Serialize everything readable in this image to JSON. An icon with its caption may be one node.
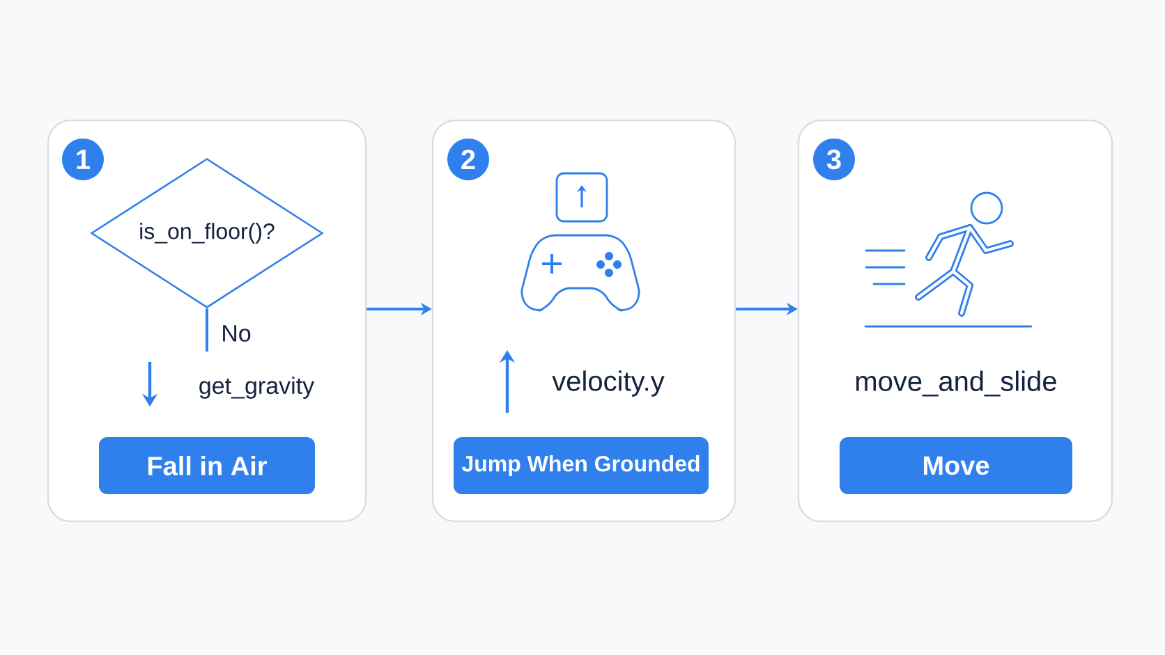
{
  "diagram": {
    "nodes": [
      {
        "text": [],
        "shape": "box"
      },
      {
        "text": [
          "1"
        ],
        "in": 0
      },
      {
        "text": [
          "is_on_floor()?"
        ],
        "in": 0
      },
      {
        "text": [
          "Fall in Air"
        ],
        "in": 0
      },
      {
        "text": [],
        "shape": "box"
      },
      {
        "text": [
          "2"
        ],
        "in": 4
      },
      {
        "text": [
          "Jump When Grounded"
        ],
        "in": 4
      },
      {
        "text": [],
        "shape": "box"
      },
      {
        "text": [
          "3"
        ],
        "in": 7
      },
      {
        "text": [
          "Move"
        ],
        "in": 7
      }
    ],
    "edges": [
      {
        "from": 0,
        "to": 4,
        "arrow": "to"
      },
      {
        "from": 4,
        "to": 7,
        "arrow": "to"
      },
      {
        "from": 2,
        "to": null,
        "arrow": "none",
        "label": "No"
      }
    ],
    "labels": [
      "get_gravity",
      "velocity.y",
      "move_and_slide"
    ]
  }
}
